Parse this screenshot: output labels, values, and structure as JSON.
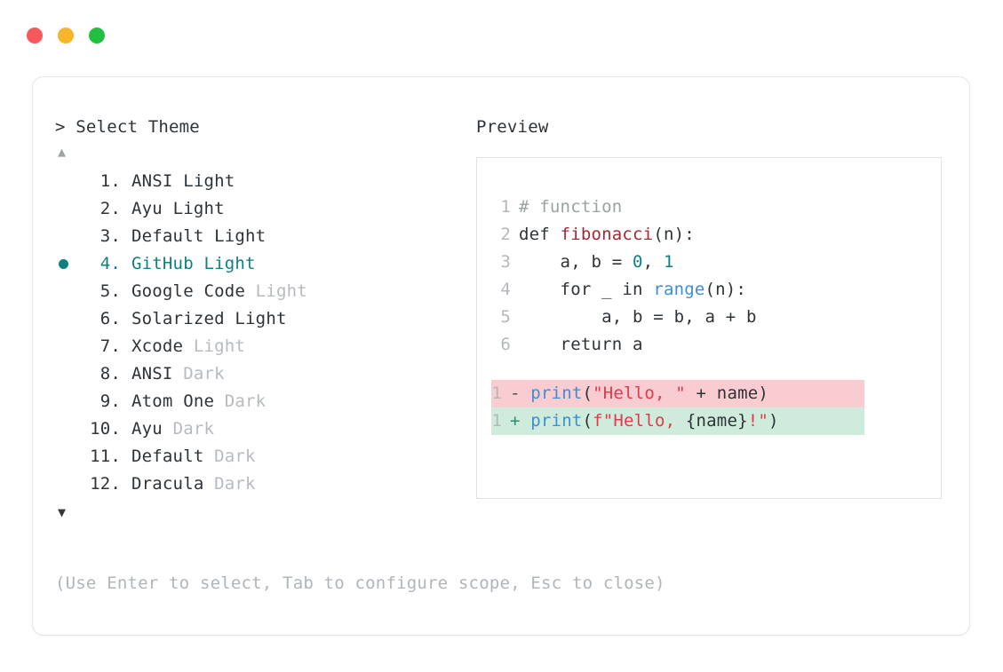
{
  "window": {
    "dots": [
      {
        "name": "close",
        "color": "#f5595a"
      },
      {
        "name": "minimize",
        "color": "#f6b52b"
      },
      {
        "name": "maximize",
        "color": "#23bf41"
      }
    ]
  },
  "left": {
    "prompt_caret": ">",
    "prompt_title": "Select Theme",
    "scroll_up": "▲",
    "scroll_down": "▼",
    "themes": [
      {
        "index": "1.",
        "name": "ANSI",
        "variant": "Light",
        "variant_dim": false,
        "selected": false
      },
      {
        "index": "2.",
        "name": "Ayu",
        "variant": "Light",
        "variant_dim": false,
        "selected": false
      },
      {
        "index": "3.",
        "name": "Default",
        "variant": "Light",
        "variant_dim": false,
        "selected": false
      },
      {
        "index": "4.",
        "name": "GitHub",
        "variant": "Light",
        "variant_dim": false,
        "selected": true
      },
      {
        "index": "5.",
        "name": "Google Code",
        "variant": "Light",
        "variant_dim": true,
        "selected": false
      },
      {
        "index": "6.",
        "name": "Solarized",
        "variant": "Light",
        "variant_dim": false,
        "selected": false
      },
      {
        "index": "7.",
        "name": "Xcode",
        "variant": "Light",
        "variant_dim": true,
        "selected": false
      },
      {
        "index": "8.",
        "name": "ANSI",
        "variant": "Dark",
        "variant_dim": true,
        "selected": false
      },
      {
        "index": "9.",
        "name": "Atom One",
        "variant": "Dark",
        "variant_dim": true,
        "selected": false
      },
      {
        "index": "10.",
        "name": "Ayu",
        "variant": "Dark",
        "variant_dim": true,
        "selected": false
      },
      {
        "index": "11.",
        "name": "Default",
        "variant": "Dark",
        "variant_dim": true,
        "selected": false
      },
      {
        "index": "12.",
        "name": "Dracula",
        "variant": "Dark",
        "variant_dim": true,
        "selected": false
      }
    ],
    "hint": "(Use Enter to select, Tab to configure scope, Esc to close)"
  },
  "right": {
    "preview_label": "Preview",
    "code_lines": [
      {
        "no": "1",
        "tokens": [
          {
            "t": "# function",
            "c": "tok-comment"
          }
        ]
      },
      {
        "no": "2",
        "tokens": [
          {
            "t": "def ",
            "c": "tok-kw"
          },
          {
            "t": "fibonacci",
            "c": "tok-fn"
          },
          {
            "t": "(n):",
            "c": "tok-plain"
          }
        ]
      },
      {
        "no": "3",
        "tokens": [
          {
            "t": "    a, b = ",
            "c": "tok-plain"
          },
          {
            "t": "0",
            "c": "tok-num"
          },
          {
            "t": ", ",
            "c": "tok-plain"
          },
          {
            "t": "1",
            "c": "tok-num"
          }
        ]
      },
      {
        "no": "4",
        "tokens": [
          {
            "t": "    for _ in ",
            "c": "tok-plain"
          },
          {
            "t": "range",
            "c": "tok-builtin"
          },
          {
            "t": "(n):",
            "c": "tok-plain"
          }
        ]
      },
      {
        "no": "5",
        "tokens": [
          {
            "t": "        a, b = b, a + b",
            "c": "tok-plain"
          }
        ]
      },
      {
        "no": "6",
        "tokens": [
          {
            "t": "    return a",
            "c": "tok-plain"
          }
        ]
      }
    ],
    "diff_lines": [
      {
        "no": "1",
        "mark": "-",
        "kind": "del",
        "tokens": [
          {
            "t": "print",
            "c": "tok-call"
          },
          {
            "t": "(",
            "c": "tok-plain"
          },
          {
            "t": "\"Hello, \"",
            "c": "tok-str"
          },
          {
            "t": " + name)",
            "c": "tok-plain"
          }
        ]
      },
      {
        "no": "1",
        "mark": "+",
        "kind": "add",
        "tokens": [
          {
            "t": "print",
            "c": "tok-call"
          },
          {
            "t": "(",
            "c": "tok-plain"
          },
          {
            "t": "f\"Hello, ",
            "c": "tok-str"
          },
          {
            "t": "{name}",
            "c": "tok-plain"
          },
          {
            "t": "!\"",
            "c": "tok-str"
          },
          {
            "t": ")",
            "c": "tok-plain"
          }
        ]
      }
    ]
  }
}
